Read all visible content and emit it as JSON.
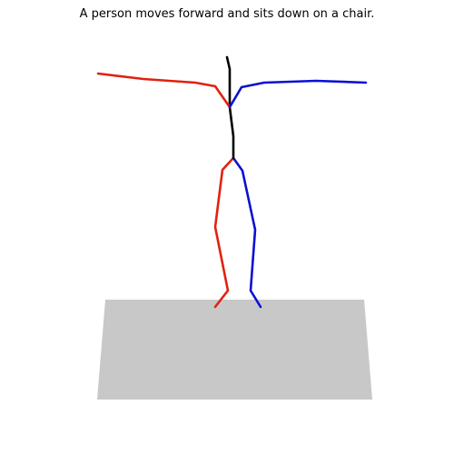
{
  "caption": "A person moves forward and sits down on a chair.",
  "colors": {
    "background": "#ffffff",
    "floor": "#c8c8c8",
    "spine": "#000000",
    "right_side": "#e0220f",
    "left_side": "#0b10d4",
    "text": "#000000"
  },
  "elements": {
    "floor": "ground-plane",
    "skeleton": [
      "spine",
      "right-arm",
      "left-arm",
      "right-leg",
      "left-leg"
    ]
  }
}
